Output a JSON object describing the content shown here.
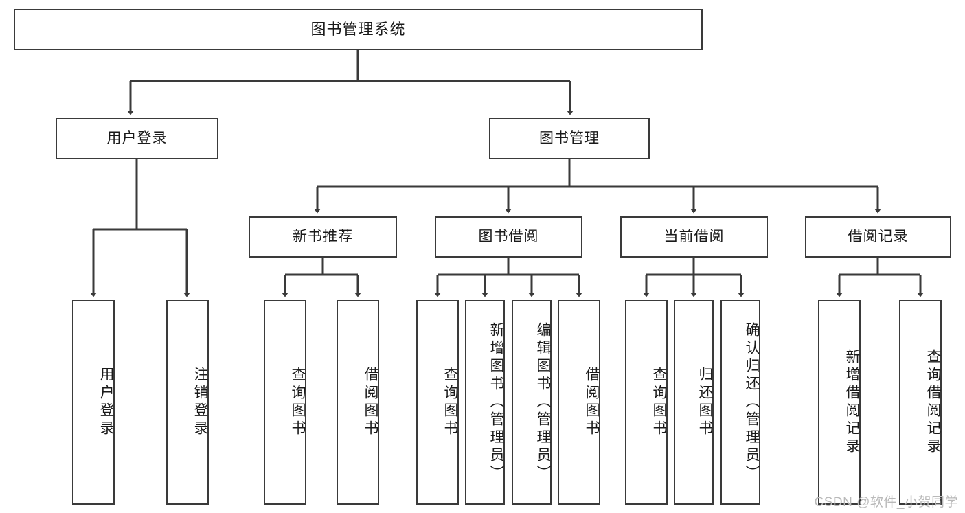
{
  "diagram": {
    "type": "hierarchy-tree",
    "title": "图书管理系统",
    "orientation": "top-down",
    "colors": {
      "box_border": "#3a3a3a",
      "box_fill": "#ffffff",
      "edge": "#3a3a3a",
      "text": "#1a1a1a",
      "watermark": "#b9b9b9"
    },
    "root": {
      "label": "图书管理系统"
    },
    "level2": [
      {
        "label": "用户登录"
      },
      {
        "label": "图书管理"
      }
    ],
    "level3": [
      {
        "label": "新书推荐"
      },
      {
        "label": "图书借阅"
      },
      {
        "label": "当前借阅"
      },
      {
        "label": "借阅记录"
      }
    ],
    "leaves": {
      "user_login": [
        {
          "label": "用户登录"
        },
        {
          "label": "注销登录"
        }
      ],
      "new_book_recommend": [
        {
          "label": "查询图书"
        },
        {
          "label": "借阅图书"
        }
      ],
      "book_borrow": [
        {
          "label": "查询图书"
        },
        {
          "label": "新增图书（管理员）"
        },
        {
          "label": "编辑图书（管理员）"
        },
        {
          "label": "借阅图书"
        }
      ],
      "current_borrow": [
        {
          "label": "查询图书"
        },
        {
          "label": "归还图书"
        },
        {
          "label": "确认归还（管理员）"
        }
      ],
      "borrow_record": [
        {
          "label": "新增借阅记录"
        },
        {
          "label": "查询借阅记录"
        }
      ]
    }
  },
  "watermark": {
    "text": "CSDN @软件_小贺同学"
  }
}
